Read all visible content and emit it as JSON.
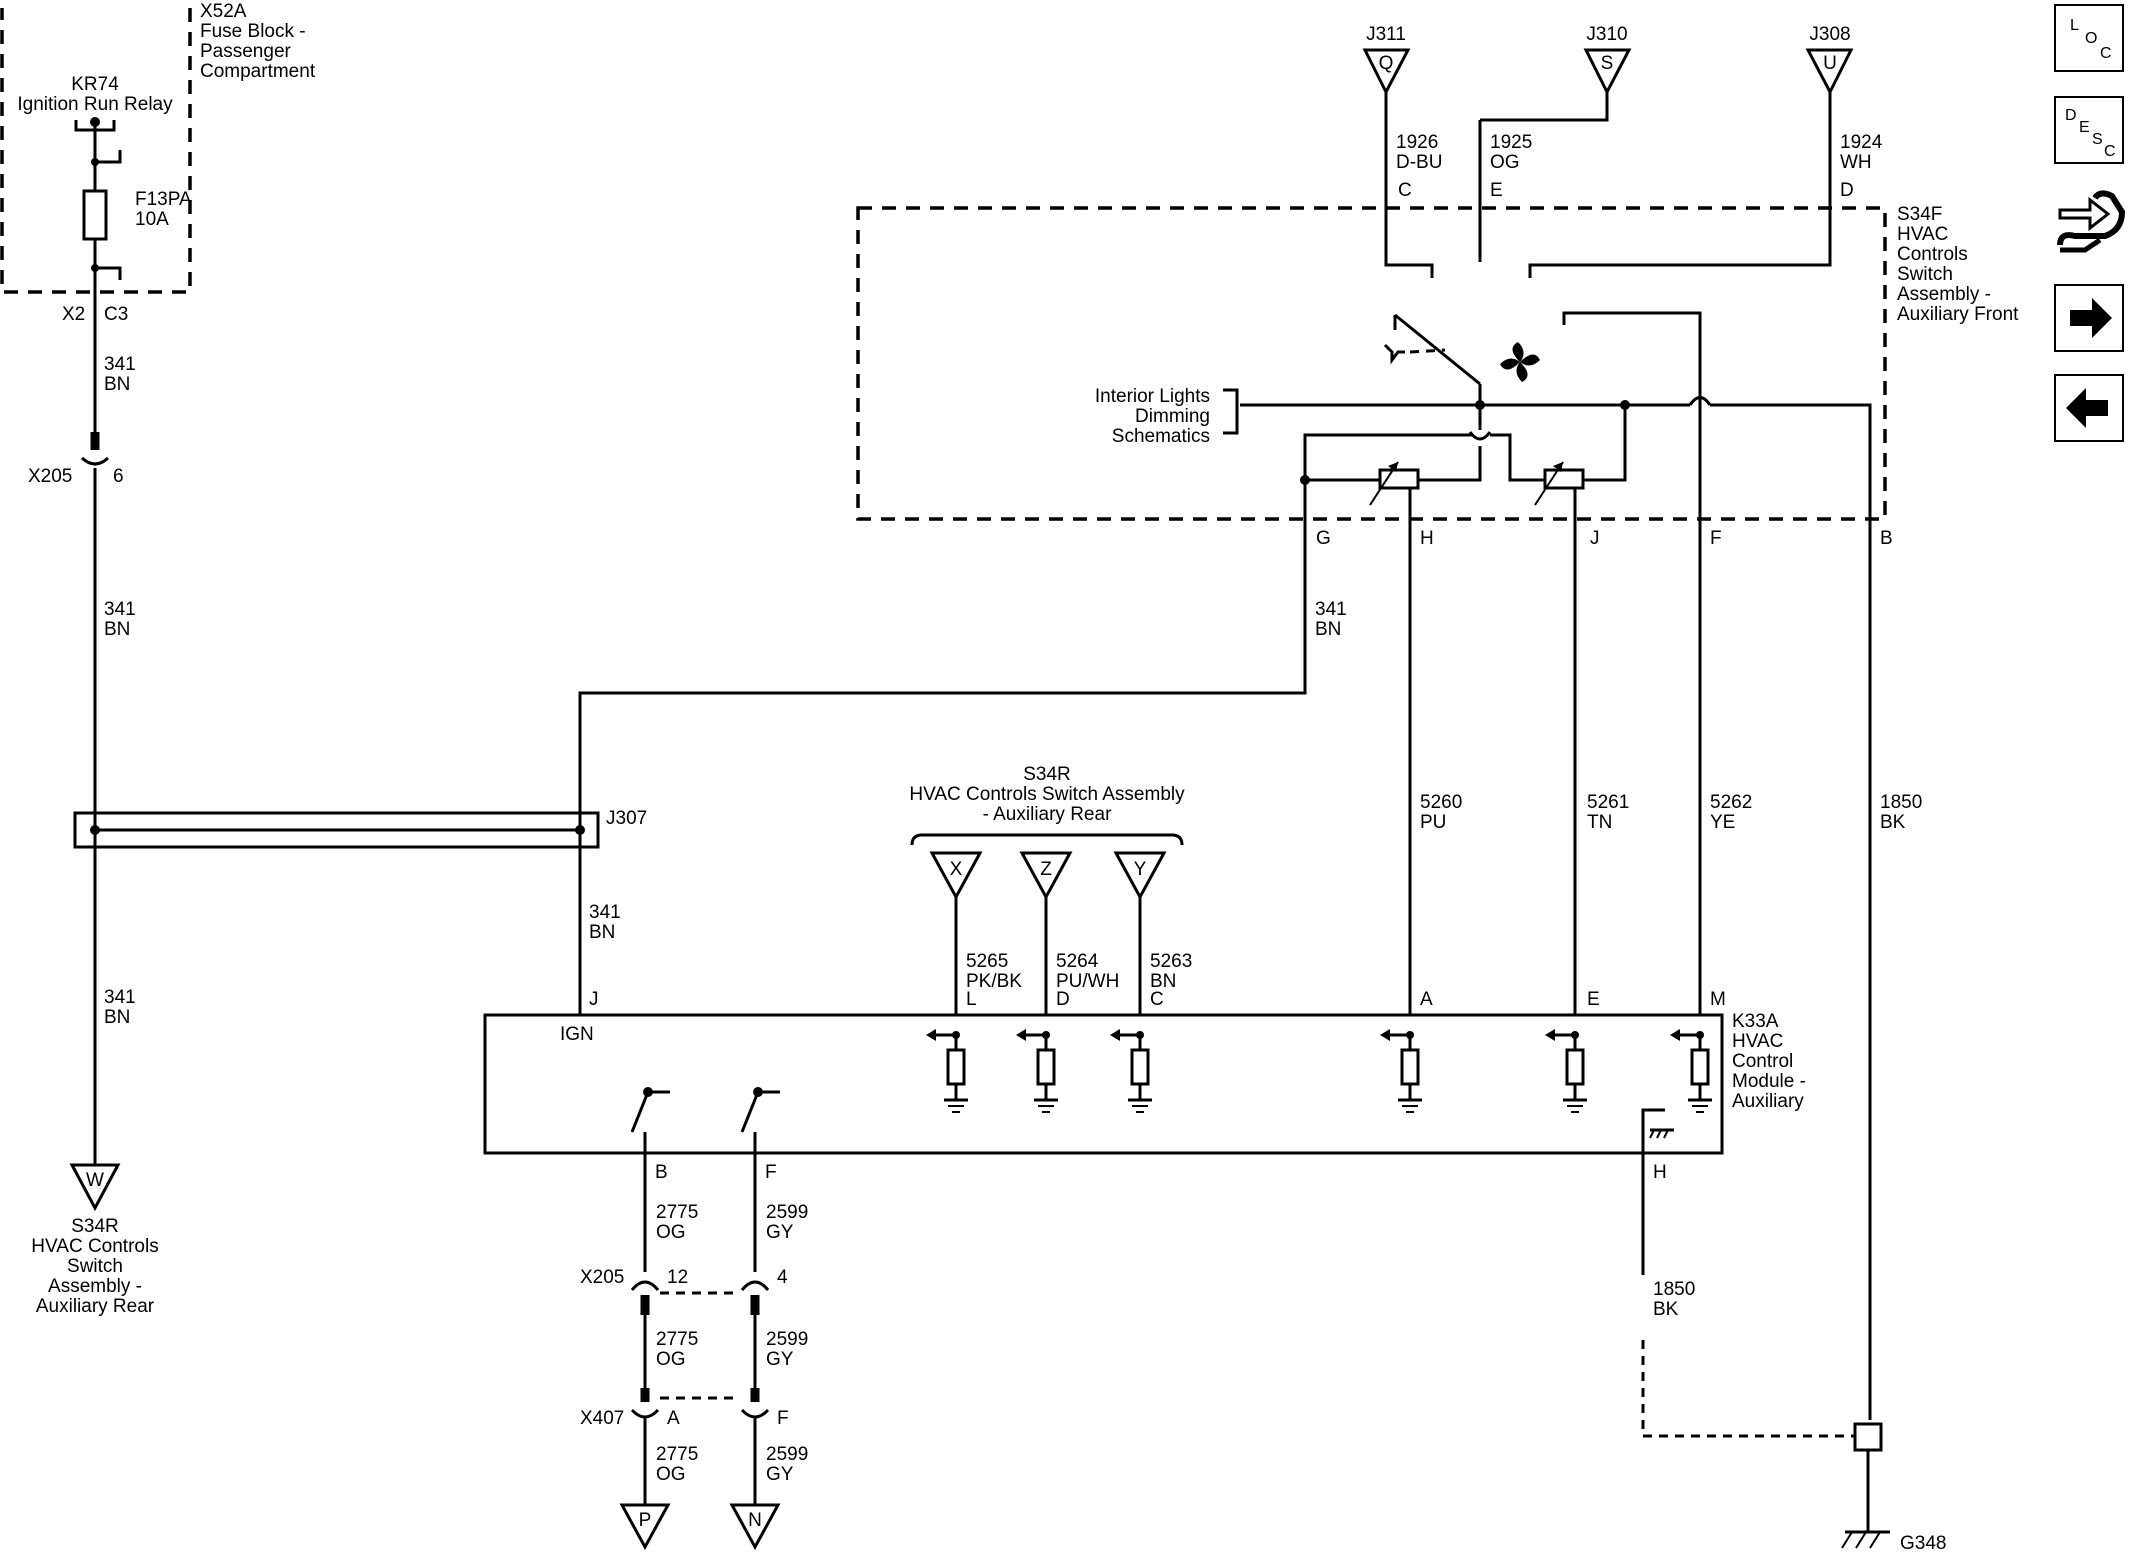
{
  "components": {
    "x52a": [
      "X52A",
      "Fuse Block -",
      "Passenger",
      "Compartment"
    ],
    "kr74": [
      "KR74",
      "Ignition Run Relay"
    ],
    "f13pa": [
      "F13PA",
      "10A"
    ],
    "s34f": [
      "S34F",
      "HVAC",
      "Controls",
      "Switch",
      "Assembly -",
      "Auxiliary Front"
    ],
    "s34r_top": [
      "S34R",
      "HVAC Controls Switch Assembly",
      "- Auxiliary Rear"
    ],
    "s34r_left": [
      "S34R",
      "HVAC Controls",
      "Switch",
      "Assembly -",
      "Auxiliary Rear"
    ],
    "k33a": [
      "K33A",
      "HVAC",
      "Control",
      "Module -",
      "Auxiliary"
    ],
    "interior_lights": [
      "Interior Lights",
      "Dimming",
      "Schematics"
    ],
    "j307": "J307",
    "g348": "G348",
    "ign": "IGN"
  },
  "connectors": {
    "x2": "X2",
    "c3": "C3",
    "x205": "X205",
    "x205_pin6": "6",
    "x205_pin12": "12",
    "x205_pin4": "4",
    "x407": "X407",
    "x407_pinA": "A",
    "x407_pinF": "F"
  },
  "offpage": {
    "j311": "J311",
    "j311_letter": "Q",
    "j310": "J310",
    "j310_letter": "S",
    "j308": "J308",
    "j308_letter": "U",
    "x": "X",
    "z": "Z",
    "y": "Y",
    "w": "W",
    "p": "P",
    "n": "N"
  },
  "pins_s34f_top": {
    "c": "C",
    "e": "E",
    "d": "D"
  },
  "pins_s34f_bottom": {
    "g": "G",
    "h": "H",
    "j": "J",
    "f": "F",
    "b": "B"
  },
  "pins_k33a_top": {
    "j": "J",
    "l": "L",
    "d": "D",
    "c": "C",
    "a": "A",
    "e": "E",
    "m": "M"
  },
  "pins_k33a_bottom": {
    "b": "B",
    "f": "F",
    "h": "H"
  },
  "wires": {
    "w1926": [
      "1926",
      "D-BU"
    ],
    "w1925": [
      "1925",
      "OG"
    ],
    "w1924": [
      "1924",
      "WH"
    ],
    "w341_a": [
      "341",
      "BN"
    ],
    "w341_b": [
      "341",
      "BN"
    ],
    "w341_c": [
      "341",
      "BN"
    ],
    "w341_d": [
      "341",
      "BN"
    ],
    "w341_e": [
      "341",
      "BN"
    ],
    "w5260": [
      "5260",
      "PU"
    ],
    "w5261": [
      "5261",
      "TN"
    ],
    "w5262": [
      "5262",
      "YE"
    ],
    "w1850_a": [
      "1850",
      "BK"
    ],
    "w1850_b": [
      "1850",
      "BK"
    ],
    "w5265": [
      "5265",
      "PK/BK"
    ],
    "w5264": [
      "5264",
      "PU/WH"
    ],
    "w5263": [
      "5263",
      "BN"
    ],
    "w2775_a": [
      "2775",
      "OG"
    ],
    "w2775_b": [
      "2775",
      "OG"
    ],
    "w2775_c": [
      "2775",
      "OG"
    ],
    "w2599_a": [
      "2599",
      "GY"
    ],
    "w2599_b": [
      "2599",
      "GY"
    ],
    "w2599_c": [
      "2599",
      "GY"
    ]
  },
  "nav": {
    "loc": [
      "L",
      "O",
      "C"
    ],
    "desc": [
      "D",
      "E",
      "S",
      "C"
    ]
  }
}
